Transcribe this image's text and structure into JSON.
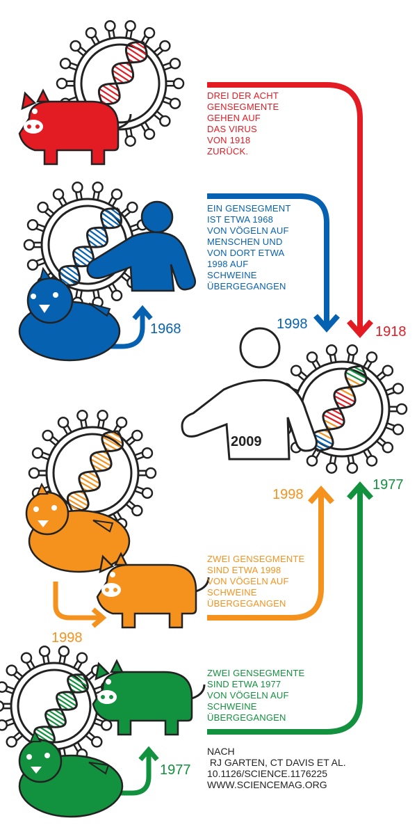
{
  "colors": {
    "red": "#e31b23",
    "blue": "#0761b1",
    "orange": "#f5921e",
    "green": "#12913e",
    "outline": "#222222"
  },
  "sections": {
    "red": {
      "text": "DREI DER ACHT\nGENSEGMENTE\nGEHEN AUF\nDAS VIRUS\nVON 1918\nZURÜCK.",
      "arrow_year": "1918"
    },
    "blue": {
      "text": "EIN GENSEGMENT\nIST ETWA 1968\nVON VÖGELN AUF\nMENSCHEN UND\nVON DORT ETWA\n1998 AUF\nSCHWEINE\nÜBERGEGANGEN",
      "transfer_year": "1968",
      "arrow_year": "1998"
    },
    "orange": {
      "text": "ZWEI GENSEGMENTE\nSIND ETWA 1998\nVON VÖGELN AUF\nSCHWEINE\nÜBERGEGANGEN",
      "transfer_year": "1998",
      "arrow_year": "1998"
    },
    "green": {
      "text": "ZWEI GENSEGMENTE\nSIND ETWA 1977\nVON VÖGELN AUF\nSCHWEINE\nÜBERGEGANGEN",
      "transfer_year": "1977",
      "arrow_year": "1977"
    }
  },
  "center": {
    "year": "2009"
  },
  "source": {
    "line1": "NACH",
    "line2": " RJ GARTEN, CT DAVIS ET AL.",
    "line3": "10.1126/SCIENCE.1176225",
    "line4": "WWW.SCIENCEMAG.ORG"
  }
}
